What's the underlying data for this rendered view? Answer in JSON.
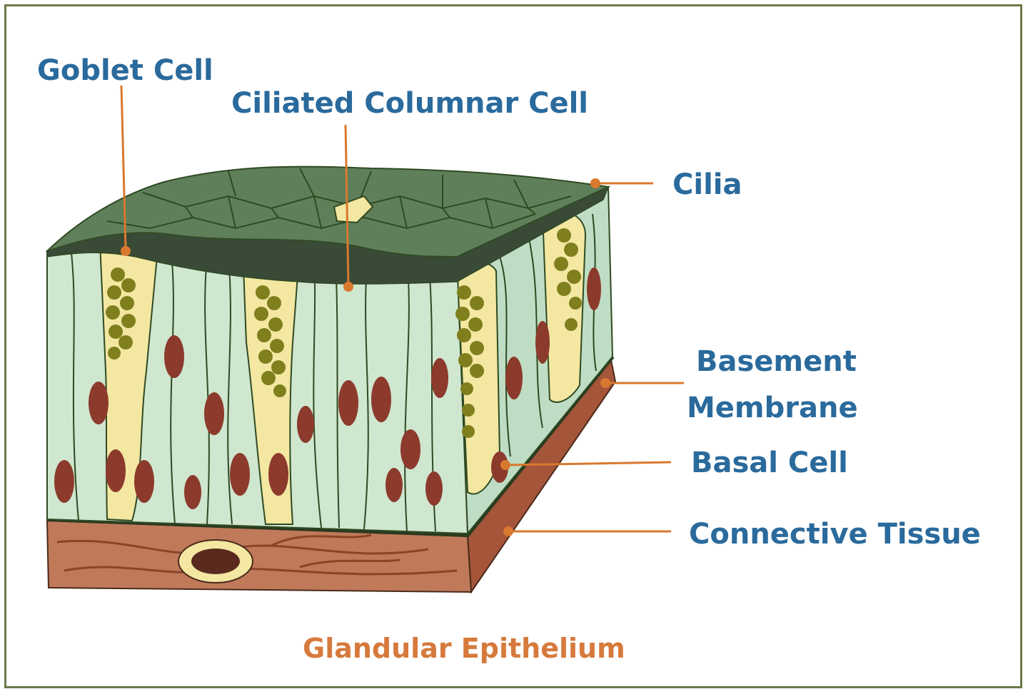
{
  "labels": {
    "goblet_cell": "Goblet Cell",
    "ciliated_columnar_cell": "Ciliated Columnar Cell",
    "cilia": "Cilia",
    "basement_membrane_line1": "Basement",
    "basement_membrane_line2": "Membrane",
    "basal_cell": "Basal Cell",
    "connective_tissue": "Connective Tissue"
  },
  "caption": "Glandular Epithelium",
  "colors": {
    "label_text": "#2a6a9c",
    "caption_text": "#d67a3c",
    "leader_line": "#d9782f",
    "cell_fill": "#cfe6cf",
    "goblet_fill": "#f3e7a2",
    "granule": "#7f7f1e",
    "nucleus": "#8c3a2c",
    "apical_top": "#5f7f5a",
    "apical_dark": "#394b36",
    "connective": "#b86a4a"
  }
}
